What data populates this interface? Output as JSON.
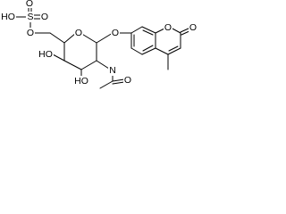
{
  "molecule": {
    "labels": {
      "hydroxyl_o": "HO",
      "sulfur": "S",
      "sulfonyl_o_top": "O",
      "sulfonyl_o_right": "O",
      "sulfate_bridge_o": "O",
      "ring_o": "O",
      "glycosidic_o": "O",
      "hydroxyl_4": "HO",
      "hydroxyl_3": "HO",
      "amide_n": "N",
      "amide_o": "O",
      "lactone_o": "O",
      "carbonyl_o": "O"
    }
  }
}
